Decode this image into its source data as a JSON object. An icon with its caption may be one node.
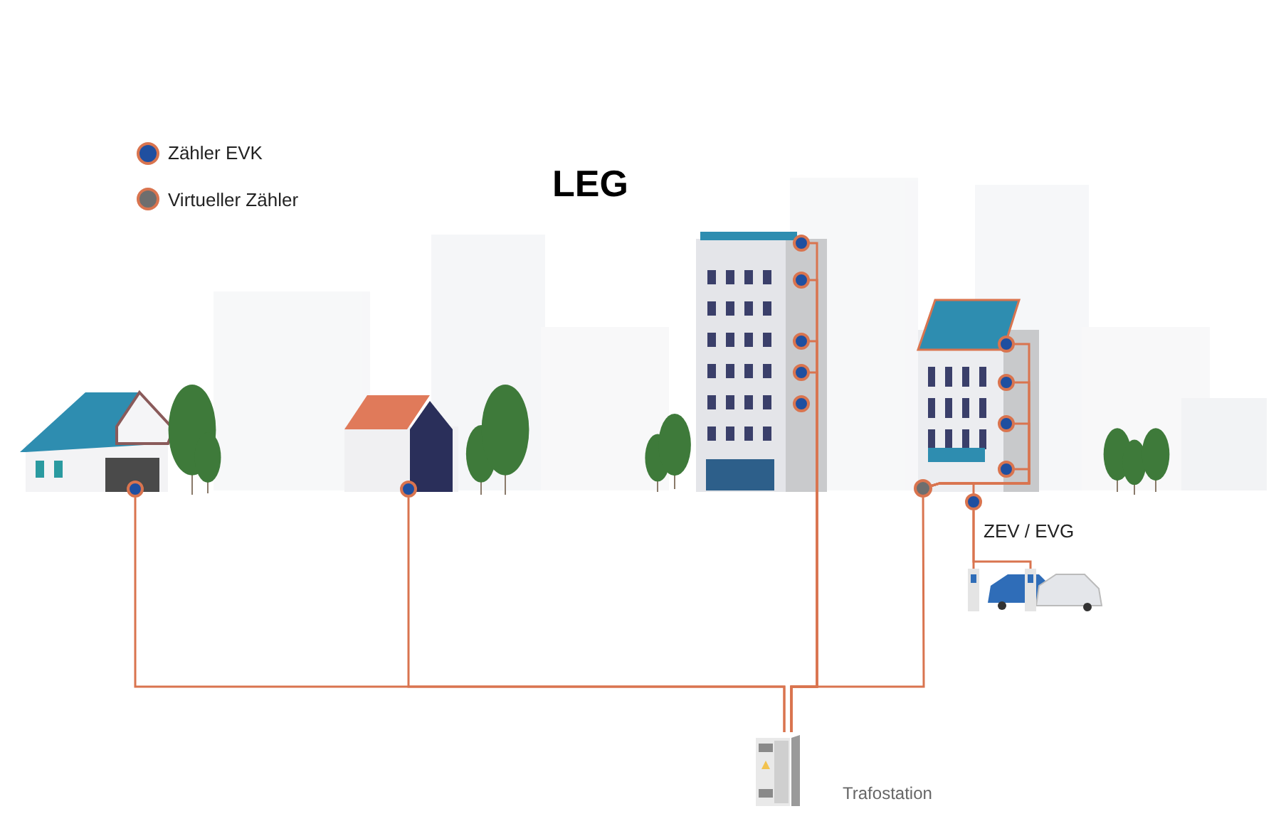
{
  "diagram": {
    "title": "LEG",
    "nodes": [
      {
        "text": [],
        "shape": "circle"
      },
      {
        "text": [],
        "shape": "circle"
      },
      {
        "text": [],
        "shape": "circle"
      },
      {
        "text": [],
        "shape": "circle"
      },
      {
        "text": [],
        "shape": "circle"
      },
      {
        "text": [],
        "shape": "circle"
      },
      {
        "text": [],
        "shape": "circle"
      },
      {
        "text": [],
        "shape": "circle"
      },
      {
        "text": [],
        "shape": "circle"
      },
      {
        "text": [],
        "shape": "circle"
      },
      {
        "text": [],
        "shape": "circle"
      },
      {
        "text": [],
        "shape": "circle"
      },
      {
        "text": [],
        "shape": "circle"
      },
      {
        "text": [],
        "shape": "picture"
      },
      {
        "text": [],
        "shape": "picture"
      },
      {
        "text": [],
        "shape": "picture",
        "beside": [
          "Trafostation"
        ]
      }
    ],
    "edges": [
      {
        "from": 0,
        "to": 15,
        "arrow": "none"
      },
      {
        "from": 1,
        "to": 15,
        "arrow": "none"
      },
      {
        "from": 2,
        "to": 15,
        "arrow": "none"
      },
      {
        "from": 3,
        "to": 15,
        "arrow": "none"
      },
      {
        "from": 4,
        "to": 15,
        "arrow": "none"
      },
      {
        "from": 5,
        "to": 15,
        "arrow": "none"
      },
      {
        "from": 7,
        "to": 11,
        "arrow": "none"
      },
      {
        "from": 8,
        "to": 11,
        "arrow": "none"
      },
      {
        "from": 9,
        "to": 11,
        "arrow": "none"
      },
      {
        "from": 10,
        "to": 11,
        "arrow": "none"
      },
      {
        "from": 12,
        "to": 11,
        "arrow": "none"
      },
      {
        "from": 11,
        "to": 15,
        "arrow": "none"
      },
      {
        "from": 12,
        "to": 13,
        "arrow": "none"
      },
      {
        "from": 12,
        "to": 14,
        "arrow": "none"
      }
    ],
    "labels": [
      "ZEV / EVG"
    ],
    "legend": [
      {
        "text": "Zähler EVK",
        "color": "#1f4fa0"
      },
      {
        "text": "Virtueller Zähler",
        "color": "#6e6e6e"
      }
    ]
  }
}
